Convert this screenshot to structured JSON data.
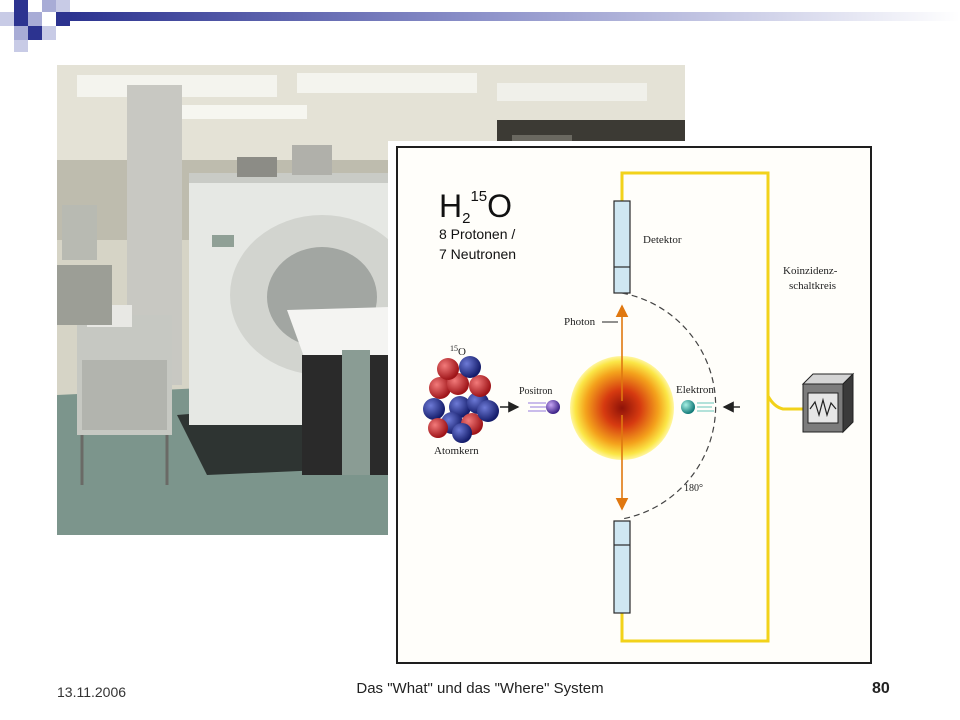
{
  "slide": {
    "date": "13.11.2006",
    "title": "Das \"What\" und das \"Where\" System",
    "page_number": "80"
  },
  "photo": {
    "scene": "PET scanner room"
  },
  "diagram": {
    "formula": {
      "h": "H",
      "sub": "2",
      "sup": "15",
      "o": "O"
    },
    "composition": {
      "line1": "8 Protonen /",
      "line2": "7 Neutronen"
    },
    "labels": {
      "detektor": "Detektor",
      "koinzidenz_line1": "Koinzidenz-",
      "koinzidenz_line2": "schaltkreis",
      "photon": "Photon",
      "positron": "Positron",
      "elektron": "Elektron",
      "atomkern": "Atomkern",
      "isotope_sup": "15",
      "isotope_o": "O",
      "angle": "180°"
    },
    "colors": {
      "circuit": "#f2d21a",
      "detector": "#cfe7f2",
      "arrow": "#e07810",
      "proton": "#c8262a",
      "neutron": "#27338f"
    }
  }
}
